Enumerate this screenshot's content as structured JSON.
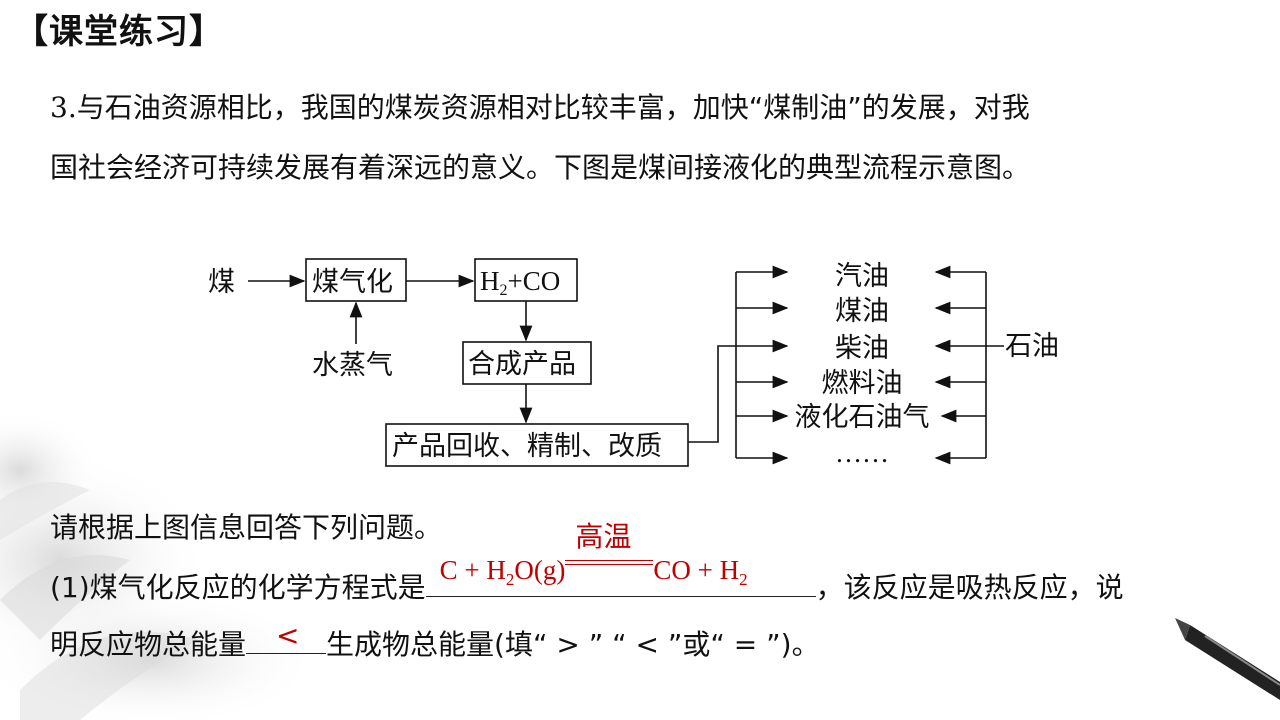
{
  "heading": "【课堂练习】",
  "question": {
    "number": "3.",
    "line1": "与石油资源相比，我国的煤炭资源相对比较丰富，加快“煤制油”的发展，对我",
    "line2": "国社会经济可持续发展有着深远的意义。下图是煤间接液化的典型流程示意图。"
  },
  "flow": {
    "coal": "煤",
    "gasification": "煤气化",
    "steam": "水蒸气",
    "syngas_h": "H",
    "syngas_sub": "2",
    "syngas_rest": "+CO",
    "synthesis": "合成产品",
    "recovery": "产品回收、精制、改质",
    "products": [
      "汽油",
      "煤油",
      "柴油",
      "燃料油",
      "液化石油气",
      "……"
    ],
    "petroleum": "石油"
  },
  "prompt": "请根据上图信息回答下列问题。",
  "q1": {
    "prefix": "(1)煤气化反应的化学方程式是",
    "answer_left": "C + H",
    "answer_sub1": "2",
    "answer_mid": "O(g)",
    "answer_condition": "高温",
    "answer_right": "CO + H",
    "answer_sub2": "2",
    "suffix": "，该反应是吸热反应，说",
    "line2_prefix": "明反应物总能量",
    "answer2": "<",
    "line2_suffix": "生成物总能量(填“ > ” “ < ”或“ = ”)。"
  }
}
